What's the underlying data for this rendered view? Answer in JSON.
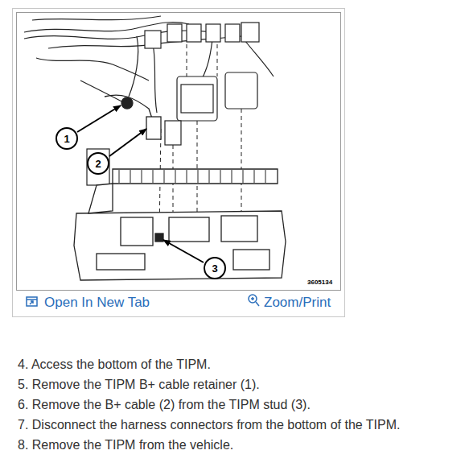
{
  "diagram": {
    "nodes": [
      {
        "text": [
          "1"
        ]
      },
      {
        "text": [
          "2"
        ]
      },
      {
        "text": [
          "3"
        ]
      }
    ],
    "labels": [
      "3605134",
      "Open In New Tab",
      "Zoom/Print",
      "4. Access the bottom of the TIPM.",
      "5. Remove the TIPM B+ cable retainer (1).",
      "6. Remove the B+ cable (2) from the TIPM stud (3).",
      "7. Disconnect the harness connectors from the bottom of the TIPM.",
      "8. Remove the TIPM from the vehicle."
    ]
  }
}
